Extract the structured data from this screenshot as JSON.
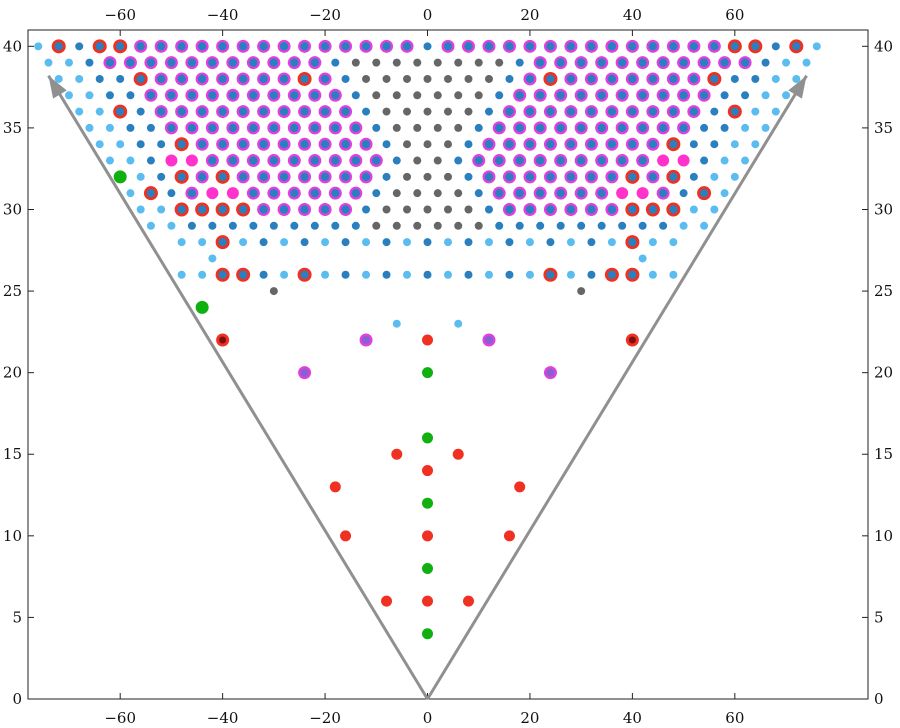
{
  "chart_data": {
    "type": "scatter",
    "title": "",
    "xlabel": "",
    "ylabel": "",
    "xlim": [
      -78,
      86
    ],
    "ylim": [
      0,
      41
    ],
    "x_ticks": [
      -60,
      -40,
      -20,
      0,
      20,
      40,
      60
    ],
    "x_tick_labels": [
      "−60",
      "−40",
      "−20",
      "0",
      "20",
      "40",
      "60"
    ],
    "y_ticks": [
      0,
      5,
      10,
      15,
      20,
      25,
      30,
      35,
      40
    ],
    "y_tick_labels": [
      "0",
      "5",
      "10",
      "15",
      "20",
      "25",
      "30",
      "35",
      "40"
    ],
    "ticks_on": [
      "bottom",
      "top",
      "left",
      "right"
    ],
    "grid": false,
    "legend": "none",
    "colors": {
      "light_blue": "#5bbcf0",
      "blue": "#2a7fbf",
      "gray": "#666666",
      "purple_fill": "#8a5fd0",
      "magenta_ring": "#e040e0",
      "magenta": "#ff33cc",
      "red": "#f03020",
      "dark_red": "#7a1010",
      "green": "#10b010",
      "arrow": "#909090"
    },
    "arrows": [
      {
        "from": [
          0,
          0
        ],
        "to": [
          -74,
          38.2
        ]
      },
      {
        "from": [
          0,
          0
        ],
        "to": [
          74,
          38.2
        ]
      }
    ],
    "pattern": {
      "triangle_slope": 0.52,
      "gray_core": {
        "rows": [
          {
            "y": 39,
            "halfwidth": 15
          },
          {
            "y": 38,
            "halfwidth": 13
          },
          {
            "y": 37,
            "halfwidth": 11
          },
          {
            "y": 36,
            "halfwidth": 9
          },
          {
            "y": 35,
            "halfwidth": 7
          },
          {
            "y": 34,
            "halfwidth": 5
          },
          {
            "y": 33,
            "halfwidth": 3
          },
          {
            "y": 32,
            "halfwidth": 5
          },
          {
            "y": 31,
            "halfwidth": 7
          },
          {
            "y": 30,
            "halfwidth": 9
          },
          {
            "y": 29,
            "halfwidth": 11
          }
        ]
      },
      "purple_rows": [
        {
          "y": 40,
          "outer": 66
        },
        {
          "y": 39,
          "outer": 62
        },
        {
          "y": 38,
          "outer": 58
        },
        {
          "y": 37,
          "outer": 56
        },
        {
          "y": 36,
          "outer": 54
        },
        {
          "y": 35,
          "outer": 52
        },
        {
          "y": 34,
          "outer": 50
        },
        {
          "y": 33,
          "outer": 48
        },
        {
          "y": 32,
          "outer": 48
        },
        {
          "y": 31,
          "outer": 46
        },
        {
          "y": 30,
          "outer": 44
        }
      ],
      "lower_rows": [
        {
          "y": 28,
          "x_abs": [
            48,
            44,
            40,
            36,
            32,
            28,
            24,
            20,
            16,
            12,
            8,
            4,
            0
          ]
        },
        {
          "y": 27,
          "x_abs": [
            42
          ]
        },
        {
          "y": 26,
          "x_abs": [
            48,
            44,
            40,
            36,
            32,
            28,
            24,
            20,
            16,
            12,
            8,
            4,
            0
          ]
        }
      ]
    },
    "marked_points": [
      {
        "x": -72,
        "y": 40,
        "kind": "red-ring"
      },
      {
        "x": -64,
        "y": 40,
        "kind": "red-ring"
      },
      {
        "x": -60,
        "y": 40,
        "kind": "red-ring"
      },
      {
        "x": 60,
        "y": 40,
        "kind": "red-ring"
      },
      {
        "x": 64,
        "y": 40,
        "kind": "red-ring"
      },
      {
        "x": 72,
        "y": 40,
        "kind": "red-ring"
      },
      {
        "x": -56,
        "y": 38,
        "kind": "red-ring"
      },
      {
        "x": -24,
        "y": 38,
        "kind": "red-ring"
      },
      {
        "x": 24,
        "y": 38,
        "kind": "red-ring"
      },
      {
        "x": 56,
        "y": 38,
        "kind": "red-ring"
      },
      {
        "x": -60,
        "y": 36,
        "kind": "red-ring"
      },
      {
        "x": 60,
        "y": 36,
        "kind": "red-ring"
      },
      {
        "x": -48,
        "y": 34,
        "kind": "red-ring"
      },
      {
        "x": 48,
        "y": 34,
        "kind": "red-ring"
      },
      {
        "x": -48,
        "y": 32,
        "kind": "red-ring"
      },
      {
        "x": -40,
        "y": 32,
        "kind": "red-ring"
      },
      {
        "x": 40,
        "y": 32,
        "kind": "red-ring"
      },
      {
        "x": 48,
        "y": 32,
        "kind": "red-ring"
      },
      {
        "x": -54,
        "y": 31,
        "kind": "red-ring"
      },
      {
        "x": 54,
        "y": 31,
        "kind": "red-ring"
      },
      {
        "x": -48,
        "y": 30,
        "kind": "red-ring"
      },
      {
        "x": -44,
        "y": 30,
        "kind": "red-ring"
      },
      {
        "x": -40,
        "y": 30,
        "kind": "red-ring"
      },
      {
        "x": -36,
        "y": 30,
        "kind": "red-ring"
      },
      {
        "x": 40,
        "y": 30,
        "kind": "red-ring"
      },
      {
        "x": 44,
        "y": 30,
        "kind": "red-ring"
      },
      {
        "x": 48,
        "y": 30,
        "kind": "red-ring"
      },
      {
        "x": -40,
        "y": 28,
        "kind": "red-ring"
      },
      {
        "x": 40,
        "y": 28,
        "kind": "red-ring"
      },
      {
        "x": -40,
        "y": 26,
        "kind": "red-ring"
      },
      {
        "x": -36,
        "y": 26,
        "kind": "red-ring"
      },
      {
        "x": -24,
        "y": 26,
        "kind": "red-ring"
      },
      {
        "x": 24,
        "y": 26,
        "kind": "red-ring"
      },
      {
        "x": 36,
        "y": 26,
        "kind": "red-ring"
      },
      {
        "x": 40,
        "y": 26,
        "kind": "red-ring"
      },
      {
        "x": -50,
        "y": 33,
        "kind": "magenta"
      },
      {
        "x": -46,
        "y": 33,
        "kind": "magenta"
      },
      {
        "x": 46,
        "y": 33,
        "kind": "magenta"
      },
      {
        "x": 50,
        "y": 33,
        "kind": "magenta"
      },
      {
        "x": -42,
        "y": 31,
        "kind": "magenta"
      },
      {
        "x": -38,
        "y": 31,
        "kind": "magenta"
      },
      {
        "x": 38,
        "y": 31,
        "kind": "magenta"
      },
      {
        "x": 42,
        "y": 31,
        "kind": "magenta"
      },
      {
        "x": -60,
        "y": 32,
        "kind": "green-big"
      },
      {
        "x": -30,
        "y": 25,
        "kind": "gray"
      },
      {
        "x": 30,
        "y": 25,
        "kind": "gray"
      },
      {
        "x": -44,
        "y": 24,
        "kind": "green-big"
      },
      {
        "x": -6,
        "y": 23,
        "kind": "light-blue"
      },
      {
        "x": 6,
        "y": 23,
        "kind": "light-blue"
      },
      {
        "x": -40,
        "y": 22,
        "kind": "dark-red-ring"
      },
      {
        "x": 40,
        "y": 22,
        "kind": "dark-red-ring"
      },
      {
        "x": -12,
        "y": 22,
        "kind": "purple-ring"
      },
      {
        "x": 12,
        "y": 22,
        "kind": "purple-ring"
      },
      {
        "x": 0,
        "y": 22,
        "kind": "red"
      },
      {
        "x": -24,
        "y": 20,
        "kind": "purple-ring"
      },
      {
        "x": 24,
        "y": 20,
        "kind": "purple-ring"
      },
      {
        "x": 0,
        "y": 20,
        "kind": "green"
      },
      {
        "x": 0,
        "y": 16,
        "kind": "green"
      },
      {
        "x": -6,
        "y": 15,
        "kind": "red"
      },
      {
        "x": 6,
        "y": 15,
        "kind": "red"
      },
      {
        "x": 0,
        "y": 14,
        "kind": "red"
      },
      {
        "x": -18,
        "y": 13,
        "kind": "red"
      },
      {
        "x": 18,
        "y": 13,
        "kind": "red"
      },
      {
        "x": 0,
        "y": 12,
        "kind": "green"
      },
      {
        "x": -16,
        "y": 10,
        "kind": "red"
      },
      {
        "x": 16,
        "y": 10,
        "kind": "red"
      },
      {
        "x": 0,
        "y": 10,
        "kind": "red"
      },
      {
        "x": 0,
        "y": 8,
        "kind": "green"
      },
      {
        "x": -8,
        "y": 6,
        "kind": "red"
      },
      {
        "x": 0,
        "y": 6,
        "kind": "red"
      },
      {
        "x": 8,
        "y": 6,
        "kind": "red"
      },
      {
        "x": 0,
        "y": 4,
        "kind": "green"
      }
    ]
  }
}
